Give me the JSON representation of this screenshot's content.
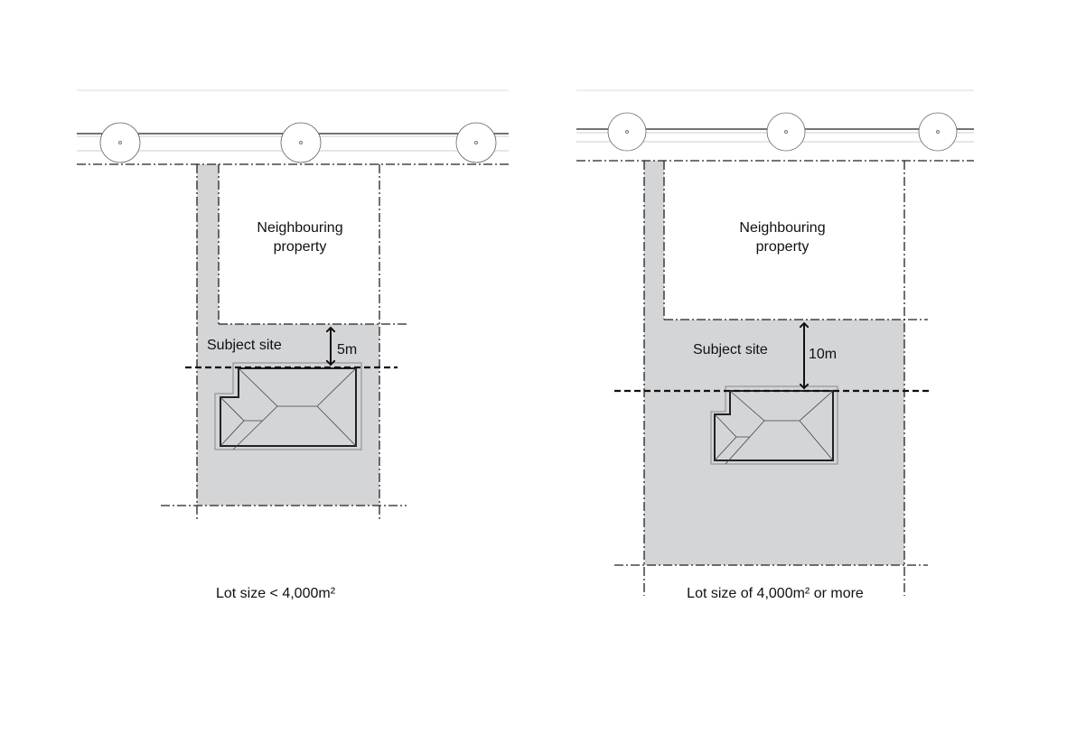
{
  "diagrams": [
    {
      "neighbour_label_line1": "Neighbouring",
      "neighbour_label_line2": "property",
      "subject_label": "Subject site",
      "setback_label": "5m",
      "caption": "Lot size < 4,000m²"
    },
    {
      "neighbour_label_line1": "Neighbouring",
      "neighbour_label_line2": "property",
      "subject_label": "Subject site",
      "setback_label": "10m",
      "caption": "Lot size of 4,000m² or more"
    }
  ],
  "colors": {
    "site_fill": "#d4d5d7",
    "line": "#222222"
  }
}
